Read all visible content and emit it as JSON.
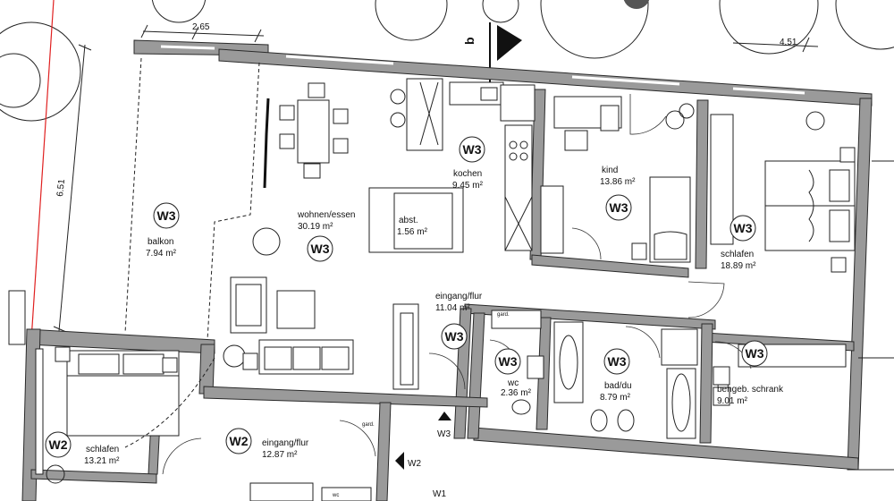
{
  "plan": {
    "dimensions": {
      "balcony_width": "2.65",
      "balcony_depth": "6.51",
      "right_depth": "4.51"
    },
    "section_marker": "b",
    "rooms": [
      {
        "id": "balkon",
        "unit": "W3",
        "name": "balkon",
        "area": "7.94 m²"
      },
      {
        "id": "wohnen",
        "unit": "W3",
        "name": "wohnen/essen",
        "area": "30.19 m²"
      },
      {
        "id": "kochen",
        "unit": "W3",
        "name": "kochen",
        "area": "9.45 m²"
      },
      {
        "id": "abst",
        "unit": "",
        "name": "abst.",
        "area": "1.56 m²"
      },
      {
        "id": "kind",
        "unit": "W3",
        "name": "kind",
        "area": "13.86 m²"
      },
      {
        "id": "schlafen-w3",
        "unit": "W3",
        "name": "schlafen",
        "area": "18.89 m²"
      },
      {
        "id": "eingang-w3",
        "unit": "W3",
        "name": "eingang/flur",
        "area": "11.04 m²"
      },
      {
        "id": "wc-w3",
        "unit": "W3",
        "name": "wc",
        "area": "2.36 m²"
      },
      {
        "id": "bad",
        "unit": "W3",
        "name": "bad/du",
        "area": "8.79 m²"
      },
      {
        "id": "schrank",
        "unit": "W3",
        "name": "behgeb. schrank",
        "area": "9.01 m²"
      },
      {
        "id": "schlafen-w2",
        "unit": "W2",
        "name": "schlafen",
        "area": "13.21 m²"
      },
      {
        "id": "eingang-w2",
        "unit": "W2",
        "name": "eingang/flur",
        "area": "12.87 m²"
      }
    ],
    "entries": {
      "w3": "W3",
      "w2": "W2",
      "w1": "W1"
    },
    "small_labels": {
      "garderobe_1": "gard.",
      "garderobe_2": "gard.",
      "wc_lower": "wc"
    }
  }
}
